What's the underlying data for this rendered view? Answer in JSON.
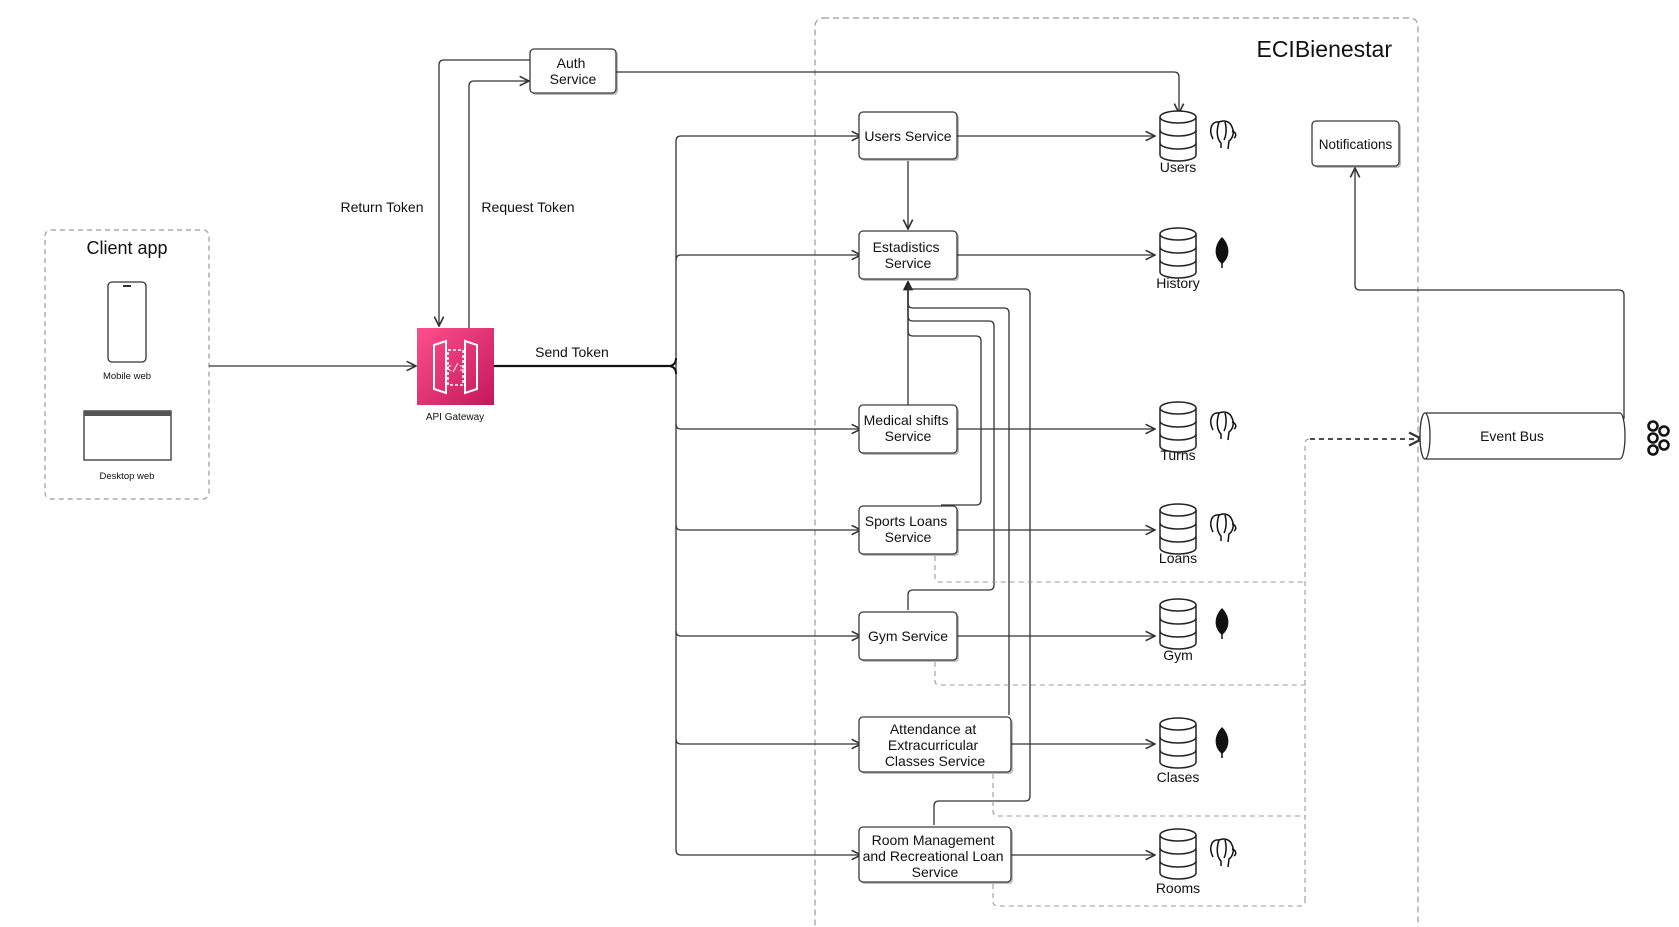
{
  "title": "ECIBienestar",
  "client": {
    "title": "Client app",
    "mobile_label": "Mobile web",
    "desktop_label": "Desktop web"
  },
  "gateway": {
    "label": "API Gateway",
    "accent": "#e0246e"
  },
  "auth": {
    "line1": "Auth",
    "line2": "Service"
  },
  "edge_labels": {
    "return_token": "Return Token",
    "request_token": "Request Token",
    "send_token": "Send Token"
  },
  "services": {
    "users": [
      "Users Service"
    ],
    "stats": [
      "Estadistics",
      "Service"
    ],
    "medical": [
      "Medical shifts",
      "Service"
    ],
    "sports": [
      "Sports Loans",
      "Service"
    ],
    "gym": [
      "Gym Service"
    ],
    "attendance": [
      "Attendance at",
      "Extracurricular",
      "Classes Service"
    ],
    "rooms": [
      "Room Management",
      "and Recreational Loan",
      "Service"
    ]
  },
  "databases": {
    "users": {
      "label": "Users",
      "engine": "postgresql-icon"
    },
    "history": {
      "label": "History",
      "engine": "mongodb-icon"
    },
    "turns": {
      "label": "Turns",
      "engine": "postgresql-icon"
    },
    "loans": {
      "label": "Loans",
      "engine": "postgresql-icon"
    },
    "gym": {
      "label": "Gym",
      "engine": "mongodb-icon"
    },
    "clases": {
      "label": "Clases",
      "engine": "mongodb-icon"
    },
    "rooms": {
      "label": "Rooms",
      "engine": "postgresql-icon"
    }
  },
  "notifications": "Notifications",
  "event_bus": {
    "label": "Event Bus",
    "engine": "kafka-icon"
  }
}
